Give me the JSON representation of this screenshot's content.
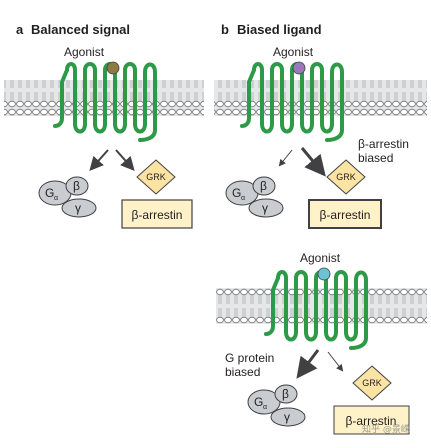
{
  "panel_a": {
    "letter": "a",
    "title": "Balanced signal",
    "agonist_label": "Agonist",
    "grk_label": "GRK",
    "arrestin_label": "β-arrestin",
    "g_alpha": "G",
    "g_alpha_sub": "α",
    "g_beta": "β",
    "g_gamma": "γ"
  },
  "panel_b": {
    "letter": "b",
    "title": "Biased ligand",
    "agonist_label": "Agonist",
    "bias_label_line1": "β-arrestin",
    "bias_label_line2": "biased",
    "grk_label": "GRK",
    "arrestin_label": "β-arrestin",
    "g_alpha": "G",
    "g_alpha_sub": "α",
    "g_beta": "β",
    "g_gamma": "γ"
  },
  "panel_c": {
    "agonist_label": "Agonist",
    "bias_label_line1": "G protein",
    "bias_label_line2": "biased",
    "grk_label": "GRK",
    "arrestin_label": "β-arrestin",
    "g_alpha": "G",
    "g_alpha_sub": "α",
    "g_beta": "β",
    "g_gamma": "γ"
  },
  "watermark": "知乎 @景嵘",
  "colors": {
    "receptor": "#2e9a48",
    "membrane_head": "#ffffff",
    "membrane_stroke": "#6d6e71",
    "membrane_core": "#e6e7e8",
    "ligand_balanced": "#8c7a43",
    "ligand_arrestin_biased": "#9b78b8",
    "ligand_g_biased": "#6cc3d5",
    "grk_fill": "#fbe3a4",
    "arrestin_fill": "#fff1c8",
    "gprotein_fill": "#c9cdd2",
    "arrow": "#414042"
  }
}
